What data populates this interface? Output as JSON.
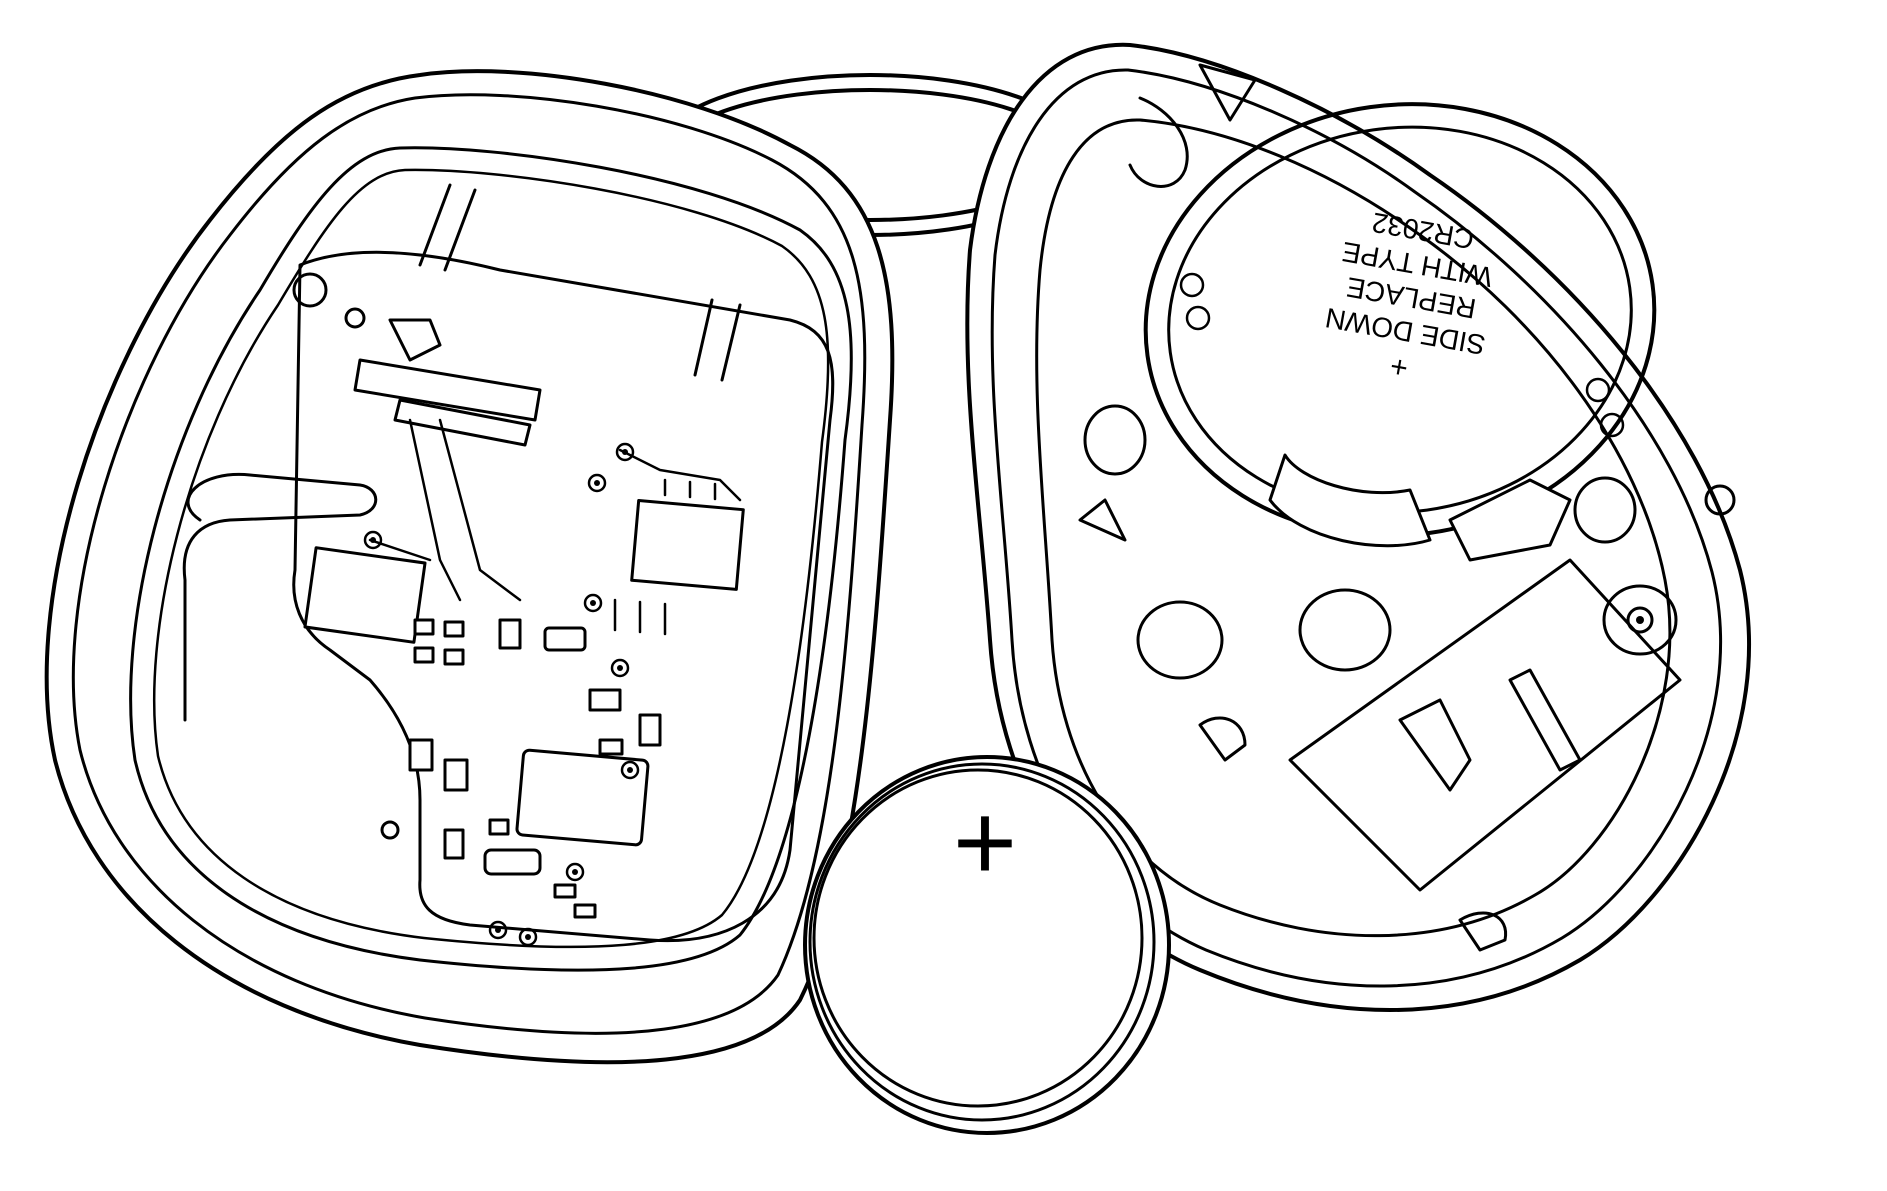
{
  "battery_label": {
    "line1": "+",
    "line2": "SIDE DOWN",
    "line3": "REPLACE",
    "line4": "WITH TYPE",
    "line5": "CR2032"
  },
  "coin_cell": {
    "polarity_mark": "+"
  }
}
